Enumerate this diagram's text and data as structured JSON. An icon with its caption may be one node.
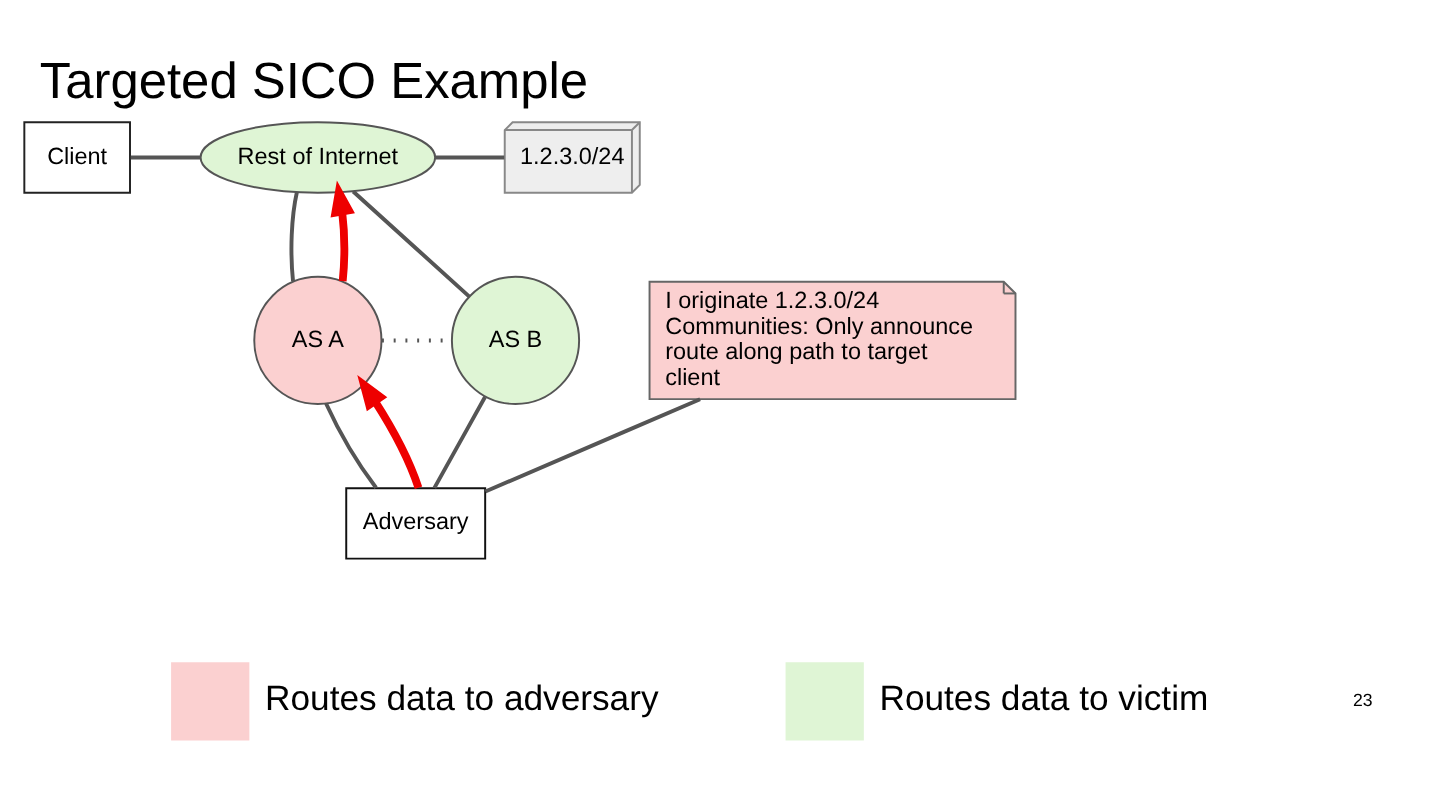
{
  "diagram": {
    "title": "Targeted SICO Example",
    "nodes": [
      {
        "text": [
          "Client"
        ]
      },
      {
        "text": [
          "Rest of Internet"
        ]
      },
      {
        "text": [
          "1.2.3.0/24"
        ]
      },
      {
        "text": [
          "AS A"
        ]
      },
      {
        "text": [
          "AS B"
        ]
      },
      {
        "text": [
          "Adversary"
        ]
      },
      {
        "text": [
          "I originate 1.2.3.0/24 Communities: Only announce route along path to target client"
        ]
      }
    ],
    "edges": [
      {
        "from": 0,
        "to": 1,
        "arrow": "none"
      },
      {
        "from": 1,
        "to": 2,
        "arrow": "none"
      },
      {
        "from": 1,
        "to": 3,
        "arrow": "none"
      },
      {
        "from": 1,
        "to": 4,
        "arrow": "none"
      },
      {
        "from": 3,
        "to": 4,
        "arrow": "none",
        "style": "dashed"
      },
      {
        "from": 3,
        "to": 5,
        "arrow": "none"
      },
      {
        "from": 4,
        "to": 5,
        "arrow": "none"
      },
      {
        "from": 5,
        "to": 3,
        "arrow": "to",
        "style": "thick",
        "color": "#ee0000"
      },
      {
        "from": 3,
        "to": 1,
        "arrow": "to",
        "style": "thick",
        "color": "#ee0000"
      },
      {
        "from": 6,
        "to": 5,
        "arrow": "none"
      }
    ],
    "labels": [
      "23"
    ],
    "legend": [
      {
        "text": "Routes data to adversary",
        "color": "#fbd0d0"
      },
      {
        "text": "Routes data to victim",
        "color": "#dff5d5"
      }
    ]
  }
}
